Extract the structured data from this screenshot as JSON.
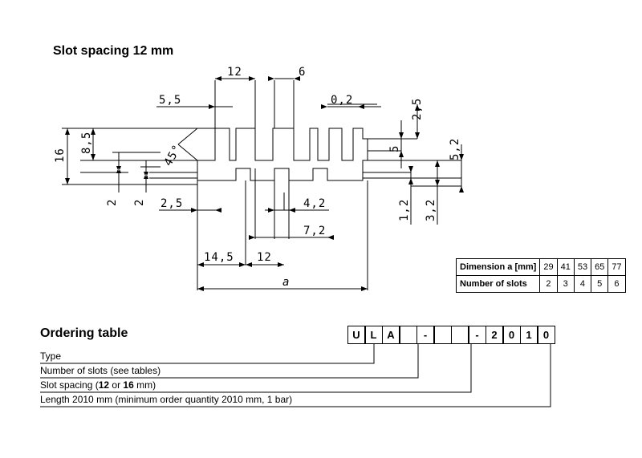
{
  "section_title": "Slot spacing 12 mm",
  "drawing": {
    "dimensions": {
      "d12_top": "12",
      "d6_top": "6",
      "d5_5": "5,5",
      "d0_2": "0,2",
      "d2_5_right": "2,5",
      "d16": "16",
      "d8_5": "8,5",
      "angle": "45°",
      "d5": "5",
      "d5_2": "5,2",
      "d2_a": "2",
      "d2_b": "2",
      "d2_5_left": "2,5",
      "d4_2": "4,2",
      "d7_2": "7,2",
      "d1_2": "1,2",
      "d3_2": "3,2",
      "d14_5": "14,5",
      "d12_bottom": "12",
      "a": "a"
    }
  },
  "dimension_table": {
    "header_label": "Dimension a [mm]",
    "row2_label": "Number of slots",
    "dimension_a": [
      "29",
      "41",
      "53",
      "65",
      "77"
    ],
    "number_of_slots": [
      "2",
      "3",
      "4",
      "5",
      "6"
    ]
  },
  "ordering": {
    "title": "Ordering table",
    "code_boxes": [
      "U",
      "L",
      "A",
      "",
      "-",
      "",
      "",
      "-",
      "2",
      "0",
      "1",
      "0"
    ],
    "lines": {
      "type": "Type",
      "slots": "Number of slots (see tables)",
      "spacing_pre": "Slot spacing (",
      "spacing_b1": "12",
      "spacing_mid": " or ",
      "spacing_b2": "16",
      "spacing_post": " mm)",
      "length": "Length 2010 mm (minimum order quantity 2010 mm, 1 bar)"
    }
  }
}
